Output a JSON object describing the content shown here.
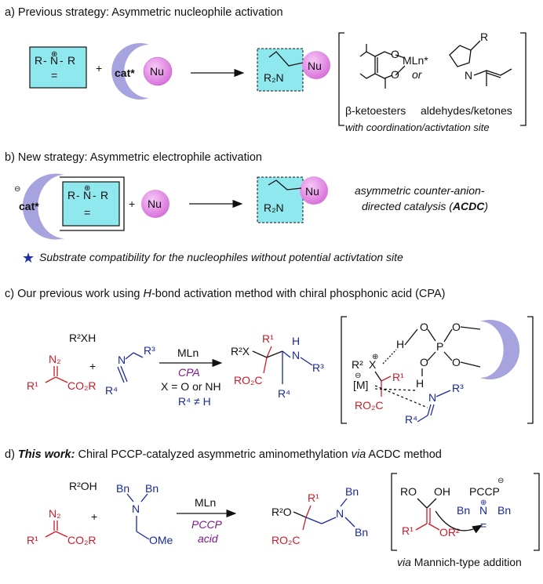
{
  "sections": {
    "a": {
      "heading": "a) Previous strategy: Asymmetric nucleophile activation",
      "iminium": {
        "left": "R",
        "n": "N",
        "right": "R",
        "plus": "⊕",
        "dbl": "="
      },
      "plus": "+",
      "catalyst": "cat*",
      "nu": "Nu",
      "product_amine": "R₂N",
      "product_nu": "Nu",
      "examples": {
        "mln": "MLn*",
        "o1": "O",
        "o2": "O",
        "or": "or",
        "r": "R",
        "n": "N",
        "label_left": "β-ketoesters",
        "label_right": "aldehydes/ketones",
        "caption": "with coordination/activtation site"
      }
    },
    "b": {
      "heading": "b) New strategy: Asymmetric electrophile activation",
      "catalyst": "cat*",
      "minus": "⊖",
      "iminium": {
        "left": "R",
        "n": "N",
        "right": "R",
        "plus": "⊕",
        "dbl": "="
      },
      "plus": "+",
      "nu": "Nu",
      "product_amine": "R₂N",
      "product_nu": "Nu",
      "acdc_line1": "asymmetric counter-anion-",
      "acdc_line2": "directed catalysis (",
      "acdc_abbr": "ACDC",
      "acdc_close": ")",
      "star": "★",
      "note": "Substrate compatibility for the nucleophiles without potential activtation site"
    },
    "c": {
      "heading_pre": "c) Our previous work using ",
      "heading_it": "H",
      "heading_post": "-bond activation method with chiral phosphonic acid (CPA)",
      "r2xh": "R²XH",
      "n2": "N₂",
      "r1": "R¹",
      "co2r": "CO₂R",
      "plus": "+",
      "n": "N",
      "r3": "R³",
      "r4": "R⁴",
      "reagent": "MLn",
      "cat": "CPA",
      "cond1": "X = O or NH",
      "cond2": "R⁴ ≠ H",
      "prod_r2x": "R²X",
      "prod_r1": "R¹",
      "prod_h": "H",
      "prod_n": "N",
      "prod_r3": "R³",
      "prod_ro2c": "RO₂C",
      "prod_r4": "R⁴",
      "ts": {
        "o1": "O",
        "o2": "O",
        "o3": "O",
        "o4": "O",
        "p": "P",
        "h1": "H",
        "h2": "H",
        "r2": "R²",
        "x": "X",
        "plus": "⊕",
        "minus": "⊖",
        "m": "[M]",
        "r1": "R¹",
        "n": "N",
        "r3": "R³",
        "ro2c": "RO₂C",
        "r4": "R⁴"
      }
    },
    "d": {
      "heading_bold": "d) ",
      "heading_bi": "This work:",
      "heading_mid": " Chiral PCCP-catalyzed asymmetric aminomethylation ",
      "heading_via": "via",
      "heading_end": " ACDC method",
      "r2oh": "R²OH",
      "n2": "N₂",
      "r1": "R¹",
      "co2r": "CO₂R",
      "plus": "+",
      "bn1": "Bn",
      "bn2": "Bn",
      "n": "N",
      "ome": "OMe",
      "reagent": "MLn",
      "cat1": "PCCP",
      "cat2": "acid",
      "prod_r2o": "R²O",
      "prod_r1": "R¹",
      "prod_ro2c": "RO₂C",
      "prod_n": "N",
      "prod_bn1": "Bn",
      "prod_bn2": "Bn",
      "ts": {
        "ro": "RO",
        "oh": "OH",
        "r1": "R¹",
        "or2": "OR²",
        "pccp": "PCCP",
        "minus": "⊖",
        "bn1": "Bn",
        "bn2": "Bn",
        "n": "N",
        "plus": "⊕",
        "dbl": "="
      },
      "caption_via": "via",
      "caption_rest": " Mannich-type addition"
    }
  },
  "colors": {
    "cyan": "#8fe8ee",
    "magenta": "#e78be8",
    "lavender": "#a6a3de",
    "red": "#d11a2a",
    "blue": "#1a2a9a",
    "purple": "#7a1a8a",
    "star": "#1f2fa8"
  }
}
